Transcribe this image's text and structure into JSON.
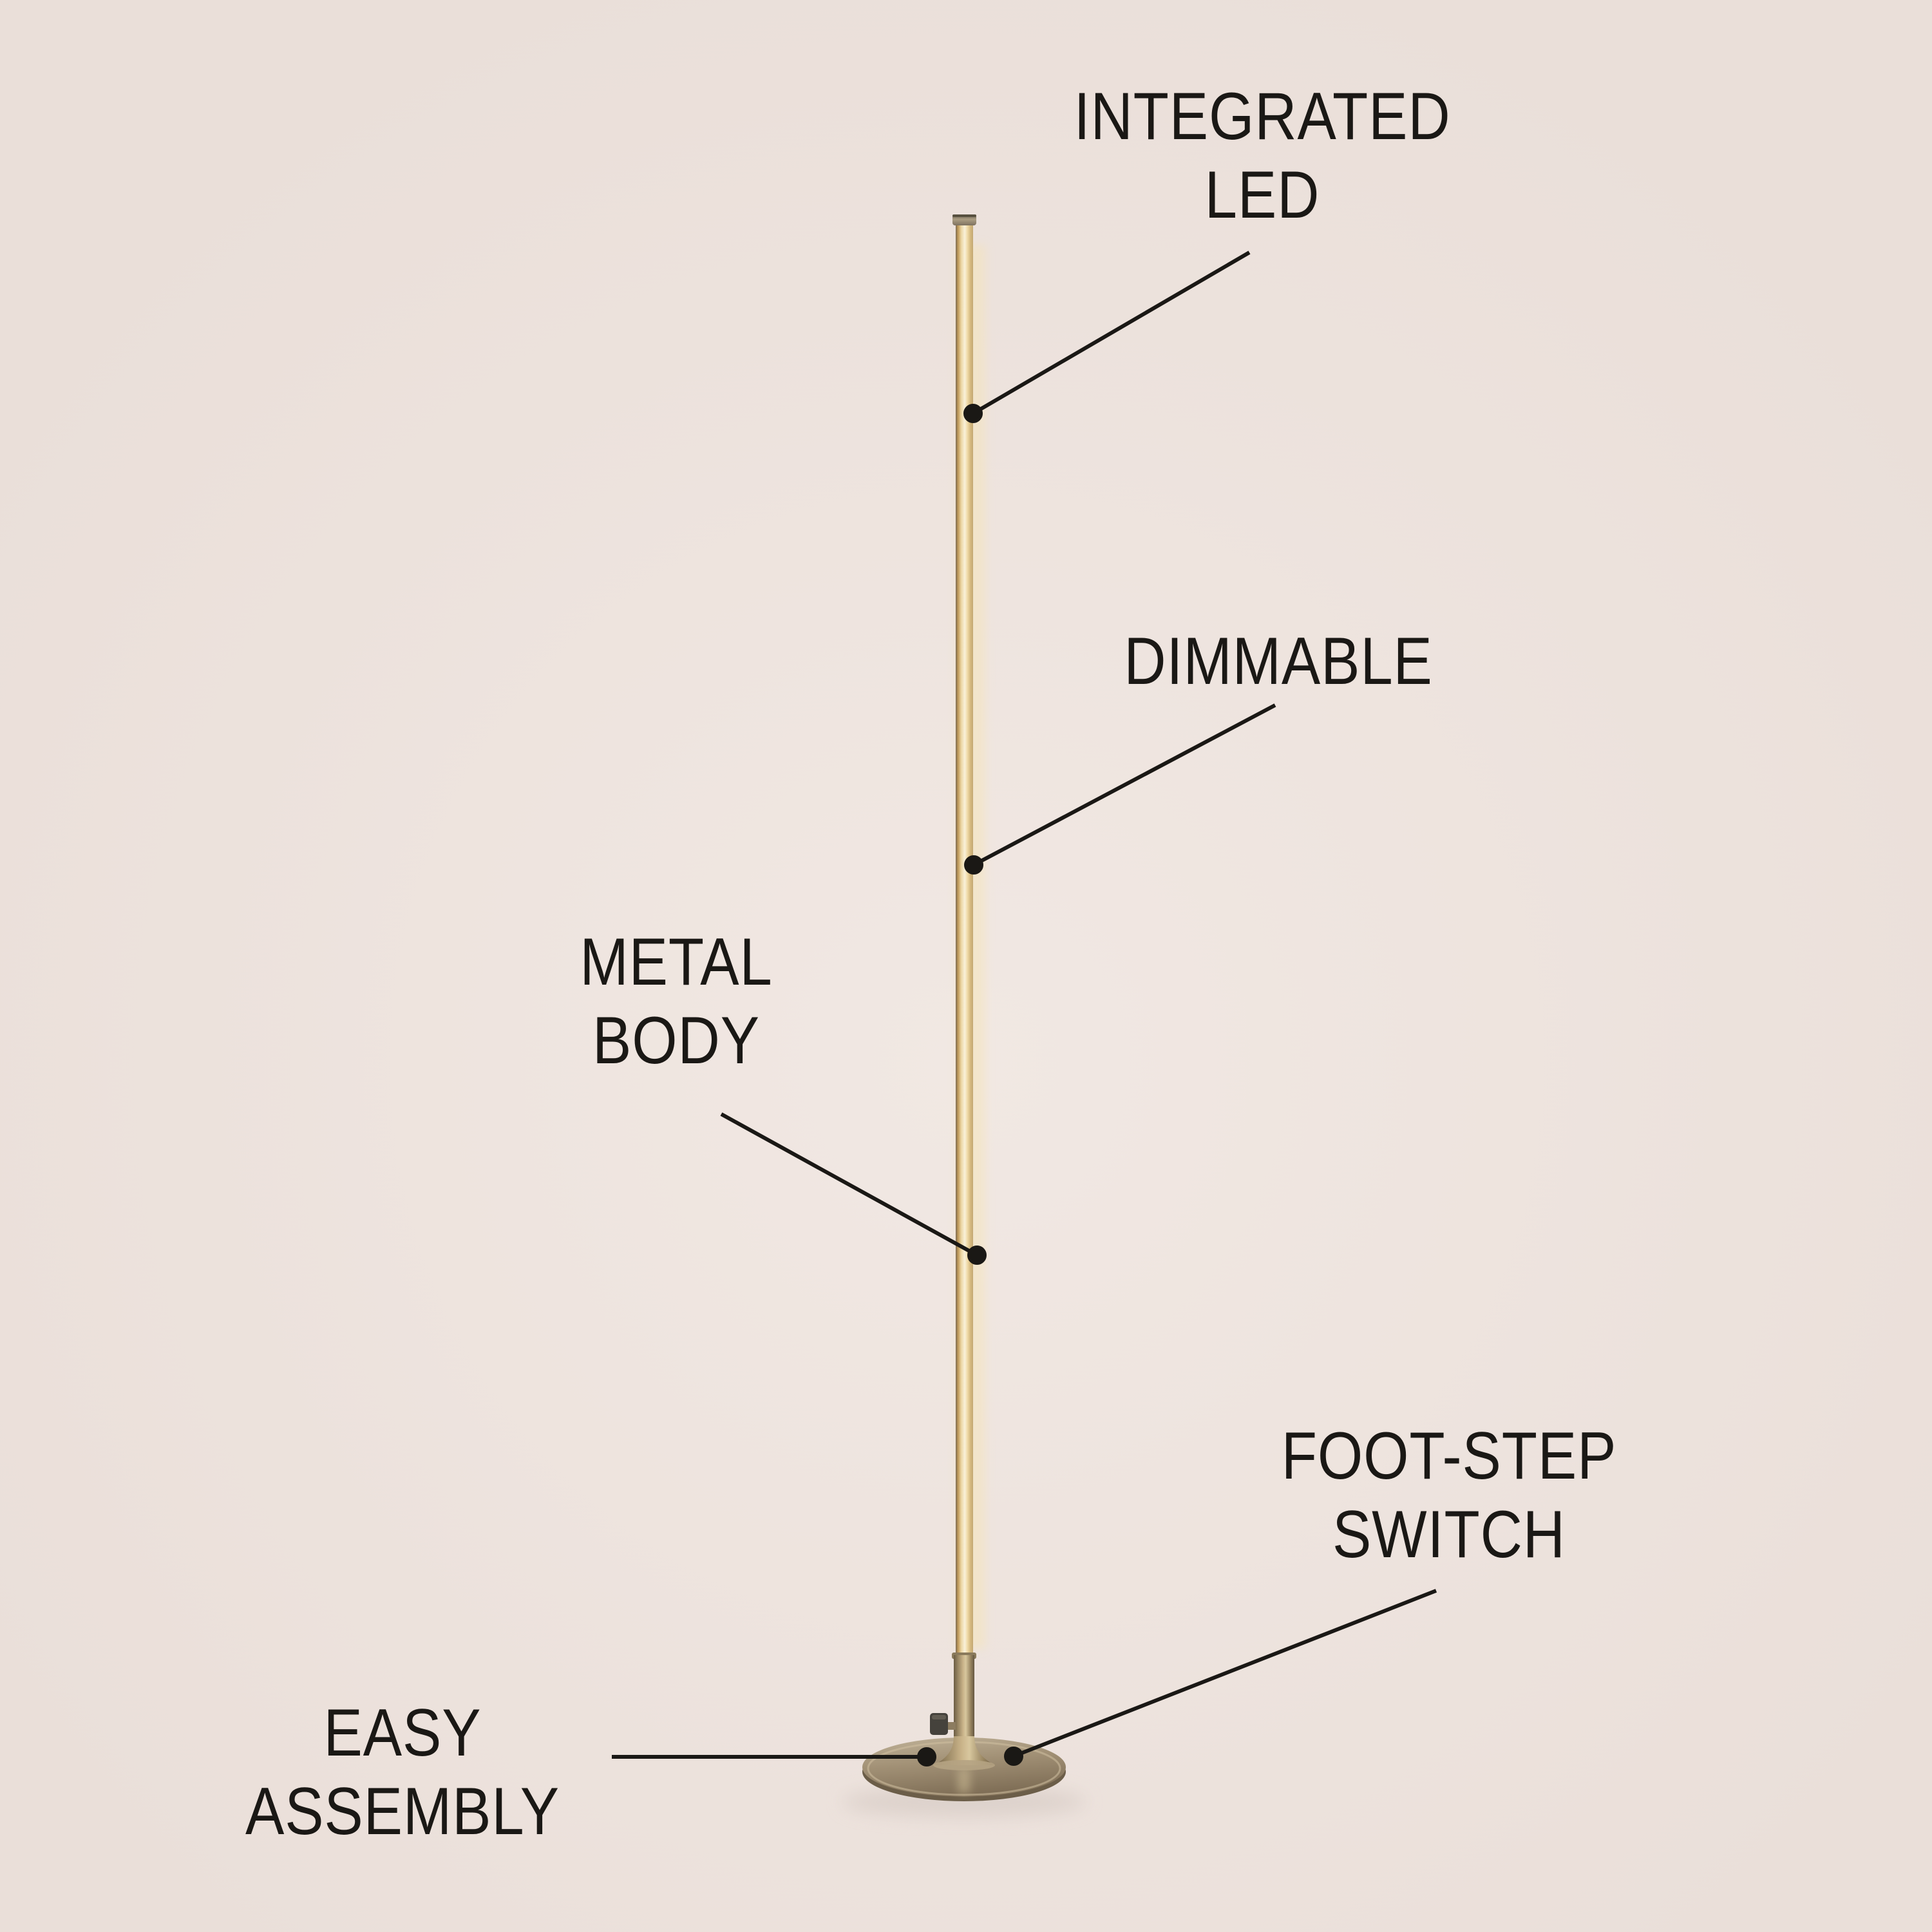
{
  "colors": {
    "bg-center": "#f1e8e3",
    "bg-edge": "#eadfd9",
    "ink": "#1a1815",
    "brass-light": "#f8f0d8",
    "brass-mid": "#cfa96a",
    "brass-dark": "#8a7a5e",
    "base-metal": "#a29176"
  },
  "annotations": [
    {
      "id": "integrated-led",
      "lines": [
        "INTEGRATED",
        "LED"
      ]
    },
    {
      "id": "dimmable",
      "lines": [
        "DIMMABLE"
      ]
    },
    {
      "id": "metal-body",
      "lines": [
        "METAL",
        "BODY"
      ]
    },
    {
      "id": "foot-step-switch",
      "lines": [
        "FOOT-STEP",
        "SWITCH"
      ]
    },
    {
      "id": "easy-assembly",
      "lines": [
        "EASY",
        "ASSEMBLY"
      ]
    }
  ]
}
